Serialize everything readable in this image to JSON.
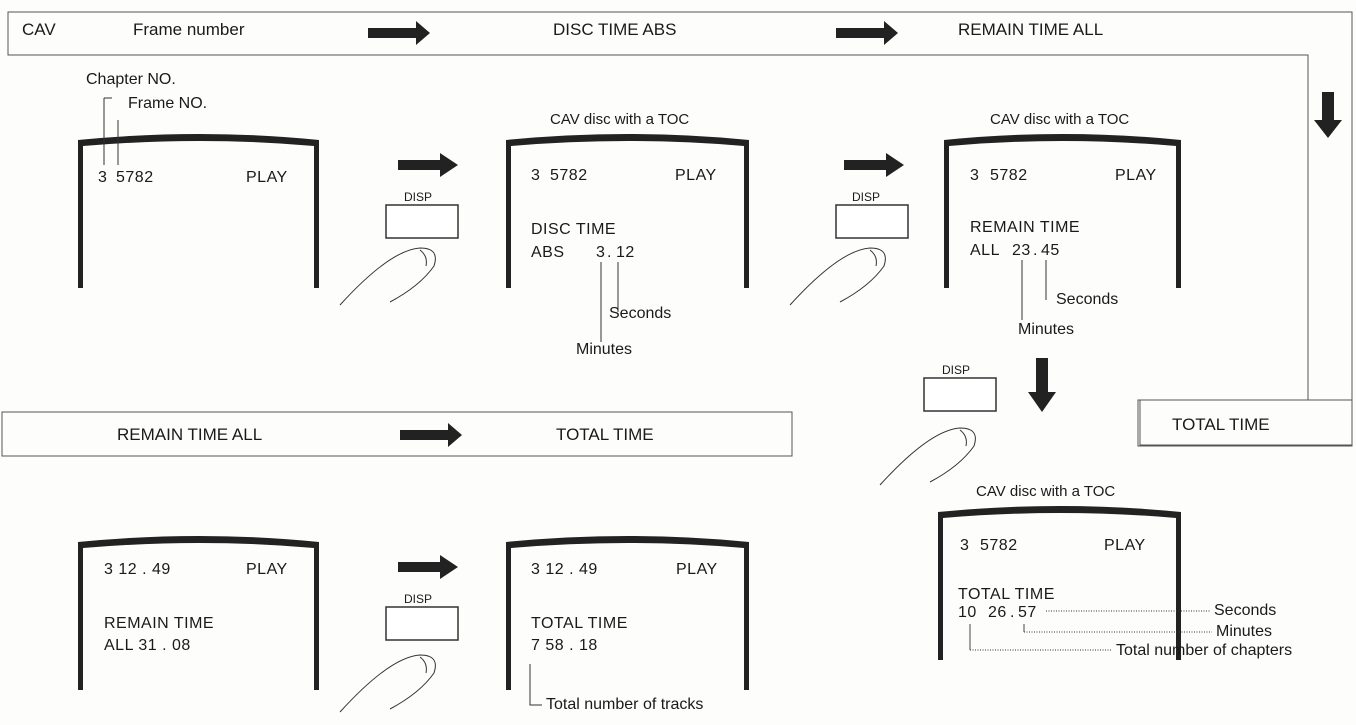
{
  "top_bar": {
    "cav": "CAV",
    "frame_number": "Frame number",
    "disc_time_abs": "DISC TIME ABS",
    "remain_time_all": "REMAIN TIME ALL"
  },
  "bottom_bar": {
    "remain_time_all": "REMAIN TIME ALL",
    "total_time": "TOTAL TIME"
  },
  "total_time_box": "TOTAL TIME",
  "disp_label": "DISP",
  "screen1": {
    "chapter_label": "Chapter NO.",
    "frame_label": "Frame NO.",
    "chapter": "3",
    "frame": "5782",
    "status": "PLAY"
  },
  "screen2": {
    "caption": "CAV disc with a TOC",
    "chapter": "3",
    "frame": "5782",
    "status": "PLAY",
    "line1": "DISC TIME",
    "abs": "ABS",
    "minutes_val": "3",
    "dot": ".",
    "seconds_val": "12",
    "seconds_label": "Seconds",
    "minutes_label": "Minutes"
  },
  "screen3": {
    "caption": "CAV disc with a TOC",
    "chapter": "3",
    "frame": "5782",
    "status": "PLAY",
    "line1": "REMAIN TIME",
    "all": "ALL",
    "minutes_val": "23",
    "dot": ".",
    "seconds_val": "45",
    "seconds_label": "Seconds",
    "minutes_label": "Minutes"
  },
  "screen4": {
    "caption": "CAV disc with a TOC",
    "chapter": "3",
    "frame": "5782",
    "status": "PLAY",
    "line1": "TOTAL TIME",
    "chapters_val": "10",
    "minutes_val": "26",
    "dot": ".",
    "seconds_val": "57",
    "seconds_label": "Seconds",
    "minutes_label": "Minutes",
    "chapters_label": "Total number of chapters"
  },
  "screen5": {
    "top": "3 12 . 49",
    "status": "PLAY",
    "line1": "REMAIN TIME",
    "line2": "ALL 31 . 08"
  },
  "screen6": {
    "top": "3 12 . 49",
    "status": "PLAY",
    "line1": "TOTAL TIME",
    "line2": "7  58 . 18",
    "tracks_label": "Total number of tracks"
  }
}
